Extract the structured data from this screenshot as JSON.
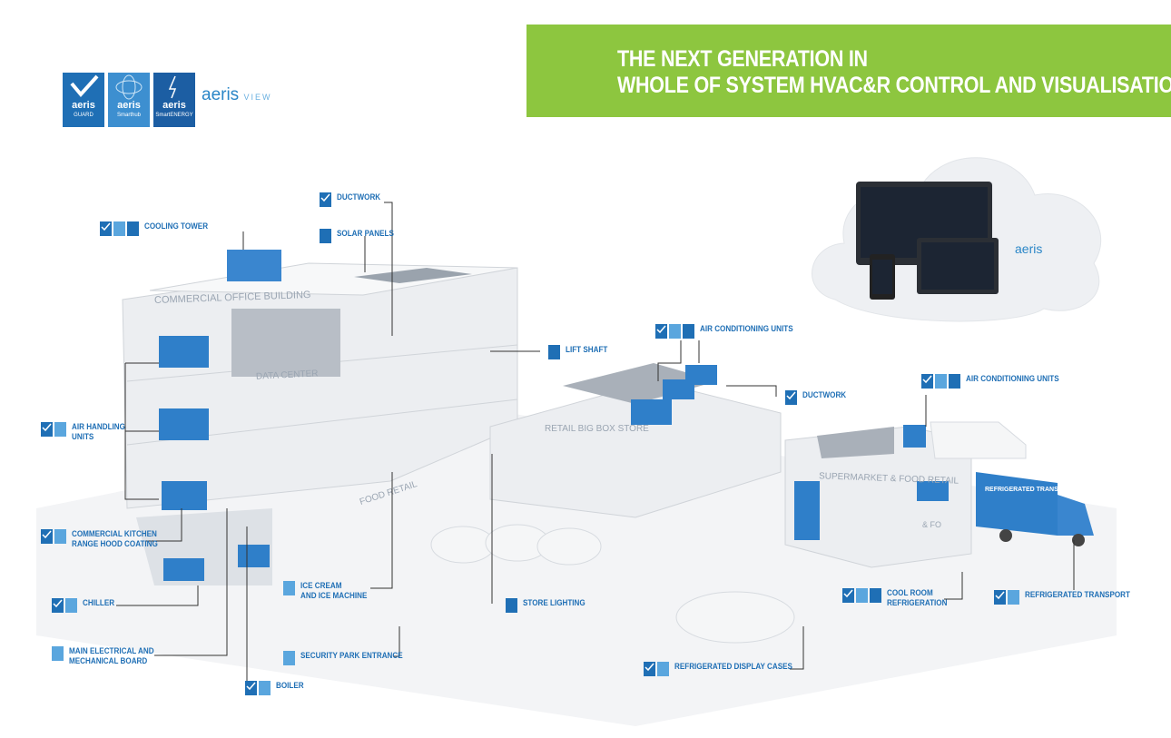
{
  "banner": {
    "line1": "THE NEXT GENERATION IN",
    "line2": "WHOLE OF SYSTEM HVAC&R CONTROL AND VISUALISATION",
    "color": "#8dc63f"
  },
  "logos": [
    {
      "name": "aeris",
      "sub": "GUARD"
    },
    {
      "name": "aeris",
      "sub": "Smarthub"
    },
    {
      "name": "aeris",
      "sub": "SmartENERGY"
    }
  ],
  "view_logo": {
    "name": "aeris",
    "sub": "VIEW"
  },
  "cloud_logo": "aeris",
  "building_signs": {
    "office": "COMMERCIAL OFFICE BUILDING",
    "datacenter": "DATA CENTER",
    "foodretail": "FOOD RETAIL",
    "bigbox": "RETAIL BIG BOX STORE",
    "supermarket": "SUPERMARKET & FOOD RETAIL",
    "supermarket_short": "& FO",
    "truck": "REFRIGERATED TRANSPORT"
  },
  "labels": {
    "ductwork_top": "DUCTWORK",
    "cooling_tower": "COOLING TOWER",
    "solar_panels": "SOLAR PANELS",
    "lift_shaft": "LIFT SHAFT",
    "ac_units_mid": "AIR CONDITIONING UNITS",
    "ductwork_mid": "DUCTWORK",
    "ac_units_right": "AIR CONDITIONING UNITS",
    "air_handling": "AIR HANDLING\nUNITS",
    "kitchen": "COMMERCIAL KITCHEN\nRANGE HOOD COATING",
    "chiller": "CHILLER",
    "electrical": "MAIN ELECTRICAL AND\nMECHANICAL BOARD",
    "boiler": "BOILER",
    "ice_cream": "ICE CREAM\nAND ICE MACHINE",
    "security": "SECURITY PARK ENTRANCE",
    "store_lighting": "STORE LIGHTING",
    "cool_room": "COOL ROOM\nREFRIGERATION",
    "ref_transport": "REFRIGERATED TRANSPORT",
    "ref_display": "REFRIGERATED DISPLAY CASES"
  },
  "colors": {
    "accent_blue": "#1f6fb5",
    "light_blue": "#5aa6de",
    "leader_line": "#333333"
  }
}
